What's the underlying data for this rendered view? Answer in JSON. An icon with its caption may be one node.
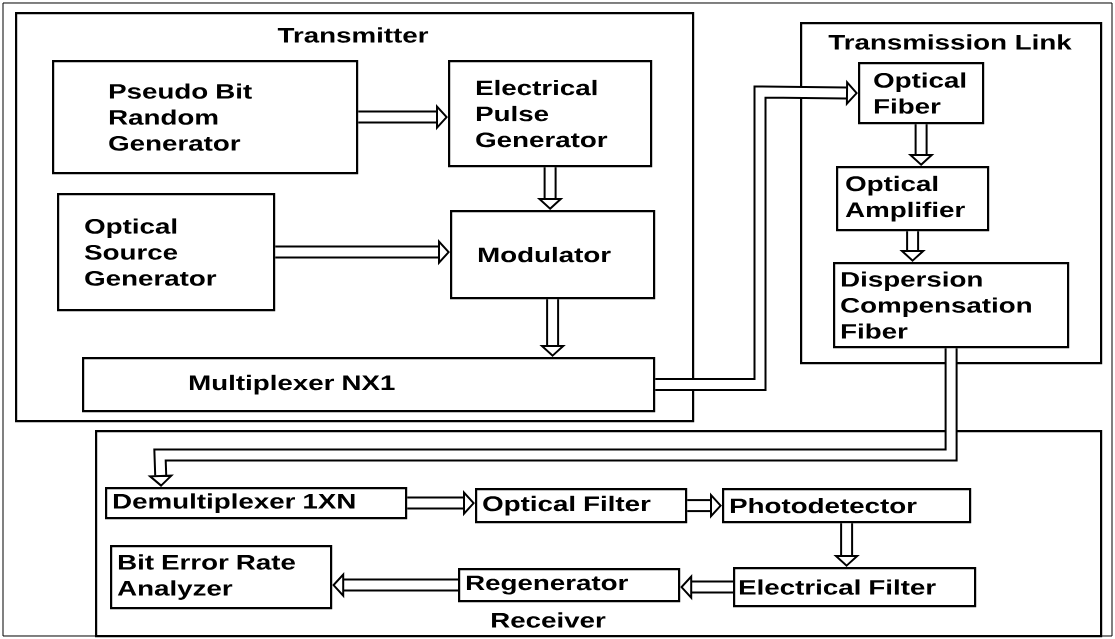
{
  "diagram": {
    "nodes": [
      {
        "text": [
          "Transmitter"
        ]
      },
      {
        "text": [
          "Pseudo Bit Random Generator"
        ],
        "in": 0
      },
      {
        "text": [
          "Electrical Pulse Generator"
        ],
        "in": 0
      },
      {
        "text": [
          "Optical Source Generator"
        ],
        "in": 0
      },
      {
        "text": [
          "Modulator"
        ],
        "in": 0
      },
      {
        "text": [
          "Multiplexer NX1"
        ],
        "in": 0
      },
      {
        "text": [
          "Transmission Link"
        ]
      },
      {
        "text": [
          "Optical Fiber"
        ],
        "in": 6
      },
      {
        "text": [
          "Optical Amplifier"
        ],
        "in": 6
      },
      {
        "text": [
          "Dispersion Compensation Fiber"
        ],
        "in": 6
      },
      {
        "text": [
          "Receiver"
        ]
      },
      {
        "text": [
          "Demultiplexer 1XN"
        ],
        "in": 10
      },
      {
        "text": [
          "Optical Filter"
        ],
        "in": 10
      },
      {
        "text": [
          "Photodetector"
        ],
        "in": 10
      },
      {
        "text": [
          "Bit Error Rate Analyzer"
        ],
        "in": 10
      },
      {
        "text": [
          "Regenerator"
        ],
        "in": 10
      },
      {
        "text": [
          "Electrical Filter"
        ],
        "in": 10
      }
    ],
    "edges": [
      {
        "from": 1,
        "to": 2,
        "arrow": "to"
      },
      {
        "from": 2,
        "to": 4,
        "arrow": "to"
      },
      {
        "from": 3,
        "to": 4,
        "arrow": "to"
      },
      {
        "from": 4,
        "to": 5,
        "arrow": "to"
      },
      {
        "from": 5,
        "to": 7,
        "arrow": "to"
      },
      {
        "from": 7,
        "to": 8,
        "arrow": "to"
      },
      {
        "from": 8,
        "to": 9,
        "arrow": "to"
      },
      {
        "from": 9,
        "to": 11,
        "arrow": "to"
      },
      {
        "from": 11,
        "to": 12,
        "arrow": "to"
      },
      {
        "from": 12,
        "to": 13,
        "arrow": "to"
      },
      {
        "from": 13,
        "to": 16,
        "arrow": "to"
      },
      {
        "from": 16,
        "to": 15,
        "arrow": "to"
      },
      {
        "from": 15,
        "to": 14,
        "arrow": "to"
      }
    ]
  }
}
